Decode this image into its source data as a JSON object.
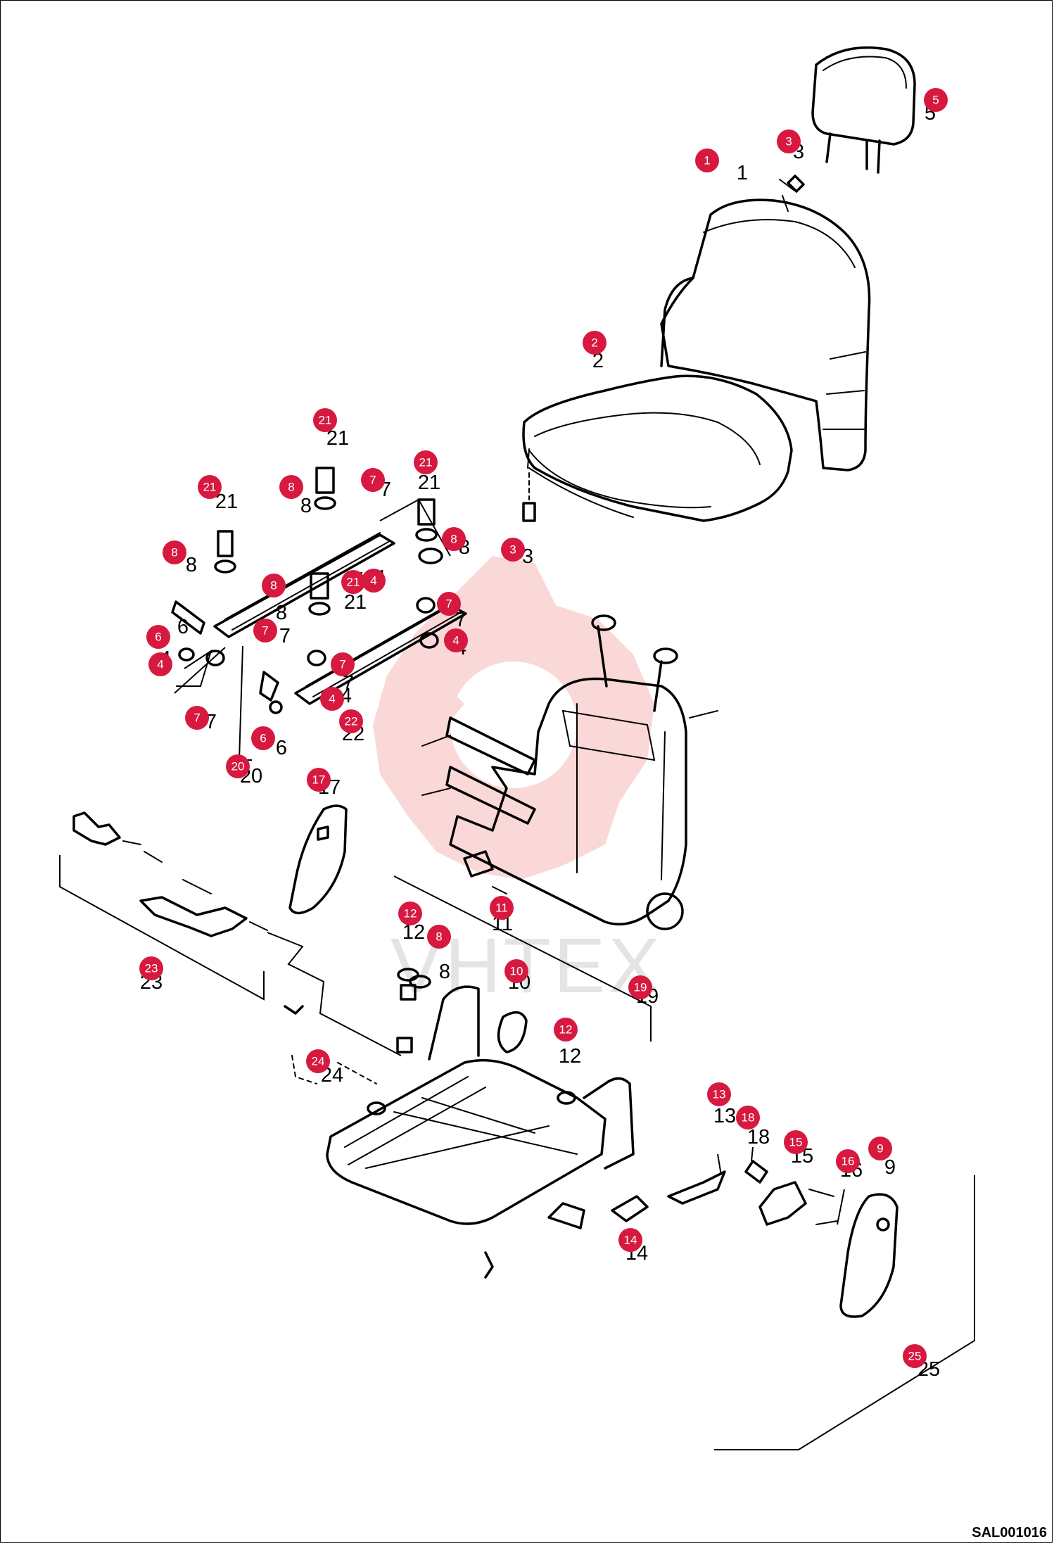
{
  "drawing_code": "SAL001016",
  "watermark": {
    "text": "VHTEX",
    "color": "#f4a9a9"
  },
  "badge_color": "#d7193f",
  "callouts": [
    {
      "n": "1"
    },
    {
      "n": "2"
    },
    {
      "n": "3"
    },
    {
      "n": "3"
    },
    {
      "n": "5"
    },
    {
      "n": "21"
    },
    {
      "n": "21"
    },
    {
      "n": "21"
    },
    {
      "n": "21"
    },
    {
      "n": "21"
    },
    {
      "n": "8"
    },
    {
      "n": "8"
    },
    {
      "n": "8"
    },
    {
      "n": "8"
    },
    {
      "n": "8"
    },
    {
      "n": "7"
    },
    {
      "n": "7"
    },
    {
      "n": "7"
    },
    {
      "n": "7"
    },
    {
      "n": "7"
    },
    {
      "n": "4"
    },
    {
      "n": "4"
    },
    {
      "n": "4"
    },
    {
      "n": "4"
    },
    {
      "n": "6"
    },
    {
      "n": "6"
    },
    {
      "n": "20"
    },
    {
      "n": "22"
    },
    {
      "n": "17"
    },
    {
      "n": "11"
    },
    {
      "n": "23"
    },
    {
      "n": "12"
    },
    {
      "n": "12"
    },
    {
      "n": "10"
    },
    {
      "n": "19"
    },
    {
      "n": "24"
    },
    {
      "n": "13"
    },
    {
      "n": "18"
    },
    {
      "n": "15"
    },
    {
      "n": "16"
    },
    {
      "n": "9"
    },
    {
      "n": "14"
    },
    {
      "n": "25"
    }
  ]
}
